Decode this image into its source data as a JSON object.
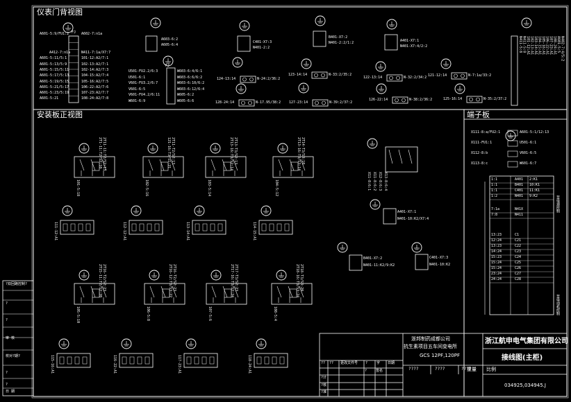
{
  "sections": {
    "rear_view": "仪表门背视图",
    "front_view": "安装板正视图",
    "terminal_block": "端子板"
  },
  "rear_left": {
    "j_label": "FJ",
    "left": [
      "A601-5:9/FU1:2",
      "A412-7:n1a",
      "A601-5:11/5:1",
      "A601-5:13/5:9",
      "A601-5:15/5:11",
      "A601-5:17/5:13",
      "A601-5:19/5:15",
      "A601-5:21/5:17",
      "A601-5:23/5:19",
      "A601-5:21"
    ],
    "right": [
      "A602-7:n1a",
      "N411-7:1a/X7:7",
      "101-12:A2/7:1",
      "102-13:A2/7:1",
      "102-14:A2/7:3",
      "104-15:A2/7:4",
      "105-16:A2/7:5",
      "106-22:A2/7:6",
      "107-23:A2/7:7",
      "108-24:A2/7:8"
    ]
  },
  "rear_mid": {
    "j_label": "FJ",
    "left": [
      "U501-FU2.2/6:3",
      "U501-6:1",
      "V601-FU3.2/6:7",
      "V601-6:5",
      "V601-FU4.2/6:11",
      "W601-6:9"
    ],
    "right": [
      "W603-6:4/6:1",
      "W603-6:6/6:2",
      "W603-6:10/6:2",
      "W603-6:12/6:4",
      "W605-6:2",
      "W605-6:6"
    ]
  },
  "rear_meters": [
    {
      "lines": [
        "A603-6:2",
        "A605-6:4"
      ]
    },
    {
      "lines": [
        "C401-X7:3",
        "N401-2:2"
      ]
    },
    {
      "lines": [
        "B401-X7:2",
        "N401-2:2/1:2"
      ]
    },
    {
      "lines": [
        "A401-X7:1",
        "N401-X7:4/2:2"
      ]
    }
  ],
  "relays": [
    {
      "left": "124-13:14",
      "right": "N-24:2/36:2"
    },
    {
      "left": "123-14:14",
      "right": "N-33:2/35:2"
    },
    {
      "left": "122-13:14",
      "right": "N-32:2/34:2"
    },
    {
      "left": "121-12:14",
      "right": "N-7:1a/33:2"
    },
    {
      "left": "128-24:14",
      "right": "N-17.95/38:2"
    },
    {
      "left": "127-23:14",
      "right": "N-39:2/37:2"
    },
    {
      "left": "126-22:14",
      "right": "N-38:2/36:2"
    },
    {
      "left": "125-16:14",
      "right": "N-35:2/37:2"
    }
  ],
  "right_strip": [
    "N411-5:8",
    "N411-5:8",
    "101-12:A1",
    "102-13:A1",
    "103-14:A1",
    "104-15:A1",
    "105-16:A1",
    "106-22:A1",
    "107-23:A1",
    "108-24:A1",
    "A601-5:5",
    "N402-7:4/5:2"
  ],
  "front_breakers_row1": [
    {
      "v1": "101-5:18",
      "v2": "2T1-11:T2/S2:10",
      "v3": "2T11-11:T2/S2:13"
    },
    {
      "v1": "102-5:16",
      "v2": "121-16:T3/S1:21",
      "v3": "2T11-T2/S2:13"
    },
    {
      "v1": "103-5:14",
      "v2": "2T13-16:T3/S2:14",
      "v3": "2T13-T3/S2:13"
    },
    {
      "v1": "104-5:12",
      "v2": "2T13-16:T3/S3:14",
      "v3": "2T14-T3/S3:10"
    }
  ],
  "front_breakers_row2": [
    {
      "v1": "105-5:10",
      "v2": "2T15-11:T2/S2:20",
      "v3": "2T16-T2/S2:23"
    },
    {
      "v1": "106-5:8",
      "v2": "2T16-12:T3/S3:22",
      "v3": "2T16-T2/S2:23"
    },
    {
      "v1": "107-5:6",
      "v2": "2T17-16:T3/S2:24",
      "v3": "2T17-T3/S2:23"
    },
    {
      "v1": "108-5:4",
      "v2": "2T18-16:T3/S3:24",
      "v3": "2T18-T3/S3:20"
    }
  ],
  "front_contactors_row1": [
    "111-12:A1",
    "112-12:A1",
    "113-14:A1",
    "114-15:A1"
  ],
  "front_contactors_row2": [
    "115-16:A1",
    "116-22:A1",
    "117-23:A1",
    "118-24:A1"
  ],
  "right_breaker": [
    "X11-8:6:1",
    "X11-8:6:2",
    "X12-8:6:3",
    "X13-8:6:4"
  ],
  "right_meters": [
    {
      "lines": [
        "A401-X7:1",
        "N401-10:K2/X7:4"
      ]
    },
    {
      "lines": [
        "B401-X7:2",
        "N401-11:K2/9:K2"
      ]
    },
    {
      "lines": [
        "C401-X7:3",
        "N401-10:K2"
      ]
    }
  ],
  "terminal_top": [
    {
      "left": "X111-8:a/FU2:1",
      "right": "A601-5:1/12:13"
    },
    {
      "left": "X111-FU1:1",
      "right": "U501-6:1"
    },
    {
      "left": "X112-8:b",
      "right": "V601-6:5"
    },
    {
      "left": "X113-8:c",
      "right": "W601-6:7"
    }
  ],
  "terminal_rows": [
    [
      "1:1",
      "A401",
      "2:K1"
    ],
    [
      "1:1",
      "B401",
      "10:K1"
    ],
    [
      "1:1",
      "C401",
      "11:K1"
    ],
    [
      "1:2",
      "N401",
      "9:K2"
    ],
    [
      "7:1a",
      "N41X",
      ""
    ],
    [
      "7:8",
      "N411",
      ""
    ],
    [
      "13:23",
      "C1",
      ""
    ],
    [
      "12:24",
      "C21",
      ""
    ],
    [
      "13:23",
      "C22",
      ""
    ],
    [
      "14:24",
      "C23",
      ""
    ],
    [
      "15:23",
      "C24",
      ""
    ],
    [
      "15:24",
      "C25",
      ""
    ],
    [
      "15:24",
      "C26",
      ""
    ],
    [
      "23:24",
      "C27",
      ""
    ],
    [
      "24:24",
      "C28",
      ""
    ]
  ],
  "terminal_side_1": "至电源控制",
  "terminal_side_2": "至电动机控制",
  "left_strip": [
    "?双回路控制?",
    "?",
    "?",
    "审 核",
    "校对?期?",
    "?",
    "?",
    "日 期"
  ],
  "title_block": {
    "project_1": "浙邦制药成都公司",
    "project_2": "抗生素项目五车间变电所",
    "spec": "GCS 12PF,120PF",
    "company": "浙江航申电气集团有限公司",
    "drawing_name": "接线图(主柜)",
    "number": "034925,034945.J",
    "rev_header": [
      "??",
      "??",
      "更改文件号",
      "?",
      "字",
      "日期"
    ],
    "row_labels": [
      "?计",
      "?核",
      "?准"
    ],
    "cell_labels": [
      "?",
      "签名"
    ],
    "mid_labels": [
      "????",
      "????",
      "????"
    ],
    "weight_label": "重量",
    "scale_label": "比例"
  }
}
